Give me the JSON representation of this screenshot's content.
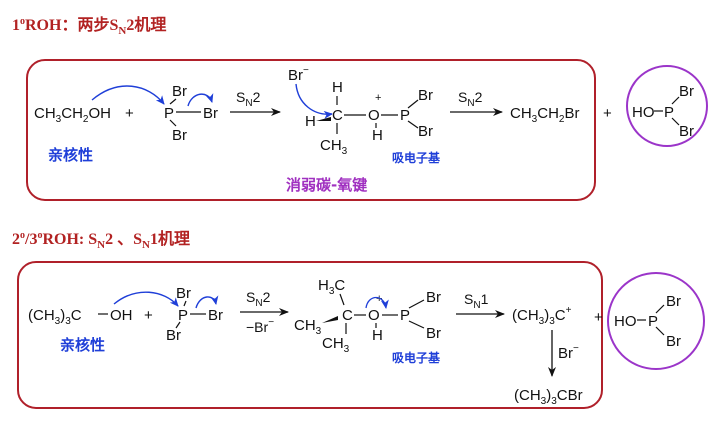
{
  "colors": {
    "title": "#b22222",
    "box_border": "#b0202a",
    "arrow_blue": "#1f3fd8",
    "circle_purple": "#9b35c9",
    "purple_text": "#a030c0",
    "label_blue": "#1f3fd8"
  },
  "section1": {
    "title_prefix": "1",
    "title_mid": "ROH：两步S",
    "title_sub": "N",
    "title_suffix": "2机理",
    "reactant_alcohol": "CH3CH2OH",
    "alcohol_main": "CH",
    "alcohol_part2": "CH",
    "alcohol_part3": "OH",
    "plus": "+",
    "pbr3_p": "P",
    "pbr3_br": "Br",
    "nucleophile_label": "亲核性",
    "step1_label_main": "S",
    "step1_label_sub": "N",
    "step1_label_num": "2",
    "bromide": "Br",
    "minus": "−",
    "intermediate_h": "H",
    "intermediate_c": "C",
    "intermediate_o": "O",
    "intermediate_p": "P",
    "intermediate_ch3": "CH",
    "plus_charge": "+",
    "ewg_label": "吸电子基",
    "weaken_label": "消弱碳-氧键",
    "step2_label_main": "S",
    "step2_label_sub": "N",
    "step2_label_num": "2",
    "product": "CH3CH2Br",
    "product_main": "CH",
    "product_part2": "CH",
    "product_part3": "Br",
    "byproduct_ho": "HO",
    "byproduct_p": "P",
    "byproduct_br": "Br"
  },
  "section2": {
    "title_prefix": "2",
    "title_mid": "/3",
    "title_mid2": "ROH: S",
    "title_sub1": "N",
    "title_mid3": "2 、S",
    "title_sub2": "N",
    "title_suffix": "1机理",
    "reactant_main": "(CH",
    "reactant_close": ")",
    "reactant_c": "C",
    "reactant_oh": "OH",
    "plus": "+",
    "pbr3_p": "P",
    "pbr3_br": "Br",
    "nucleophile_label": "亲核性",
    "step1_label_main": "S",
    "step1_label_sub": "N",
    "step1_label_num": "2",
    "step1_below": "−Br",
    "step1_below_sup": "−",
    "intermediate_h3c": "H",
    "intermediate_c_label": "C",
    "intermediate_ch3": "CH",
    "intermediate_o": "O",
    "intermediate_h": "H",
    "intermediate_p": "P",
    "plus_charge": "+",
    "ewg_label": "吸电子基",
    "step2_label_main": "S",
    "step2_label_sub": "N",
    "step2_label_num": "1",
    "carbocation_main": "(CH",
    "carbocation_close": ")",
    "carbocation_c": "C",
    "carbocation_plus": "+",
    "bromide": "Br",
    "bromide_minus": "−",
    "product_main": "(CH",
    "product_close": ")",
    "product_cbr": "CBr",
    "byproduct_ho": "HO",
    "byproduct_p": "P",
    "byproduct_br": "Br"
  }
}
